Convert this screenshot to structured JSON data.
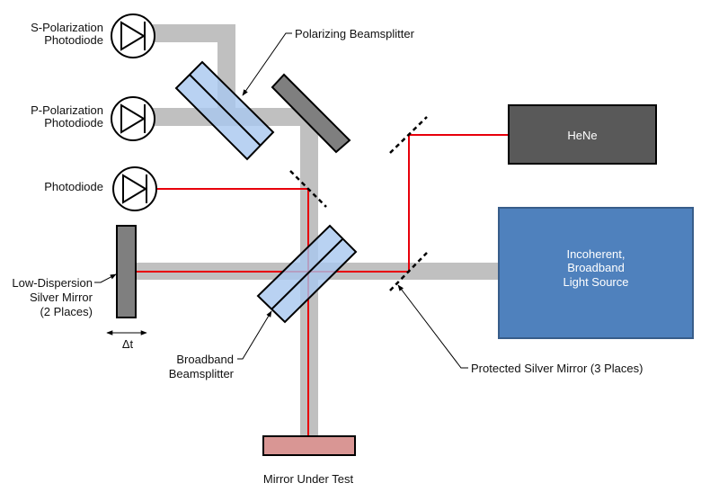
{
  "title": "White-light interferometer setup for mirror dispersion measurement",
  "colors": {
    "beam_broadband": "#c0c0c0",
    "beam_laser": "#e8000b",
    "beamsplitter_fill": "#a7c7ef",
    "mirror_dark": "#7f7f7f",
    "hene_fill": "#595959",
    "light_source_fill": "#4f81bd",
    "light_source_border": "#385d8a",
    "mirror_under_test_fill": "#d99694",
    "outline": "#000000"
  },
  "labels": {
    "s_photodiode": [
      "S-Polarization",
      "Photodiode"
    ],
    "p_photodiode": [
      "P-Polarization",
      "Photodiode"
    ],
    "photodiode": [
      "Photodiode"
    ],
    "low_dispersion_mirror": [
      "Low-Dispersion",
      "Silver Mirror",
      "(2 Places)"
    ],
    "delta_t": "Δt",
    "polarizing_beamsplitter": "Polarizing Beamsplitter",
    "broadband_beamsplitter": [
      "Broadband",
      "Beamsplitter"
    ],
    "protected_silver_mirror": "Protected Silver Mirror (3 Places)",
    "mirror_under_test": "Mirror Under Test",
    "hene": "HeNe",
    "light_source": [
      "Incoherent,",
      "Broadband",
      "Light Source"
    ]
  },
  "icons": {
    "photodiode": "photodiode-symbol-icon",
    "arrow": "leader-arrow-icon"
  }
}
